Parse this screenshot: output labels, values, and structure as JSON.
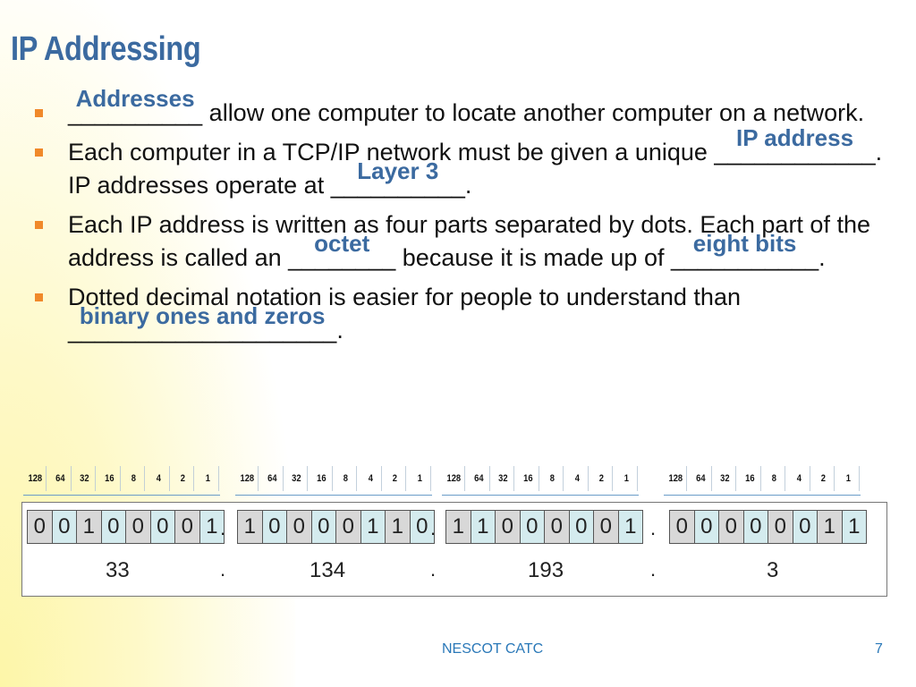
{
  "slide": {
    "title": "IP Addressing",
    "footer": "NESCOT CATC",
    "page_number": "7"
  },
  "bullets": {
    "b1": {
      "blank1_line": "__________",
      "blank1_answer": "Addresses",
      "text1": " allow one computer to locate another computer on a network."
    },
    "b2": {
      "text1": "Each computer in a TCP/IP network must be given a unique ",
      "blank1_line": "____________",
      "blank1_answer": "IP address",
      "text2": ". IP addresses operate at ",
      "blank2_line": "__________",
      "blank2_answer": "Layer 3",
      "text3": "."
    },
    "b3": {
      "text1": "Each IP address is written as four parts separated by dots. Each part of the address is called an ",
      "blank1_line": "________",
      "blank1_answer": "octet",
      "text2": " because it is made up of ",
      "blank2_line": "___________",
      "blank2_answer": "eight bits",
      "text3": "."
    },
    "b4": {
      "text1": "Dotted decimal notation is easier for people to understand than ",
      "blank1_line": "____________________",
      "blank1_answer": "binary ones and zeros",
      "text2": "."
    }
  },
  "diagram": {
    "bit_weights": [
      "128",
      "64",
      "32",
      "16",
      "8",
      "4",
      "2",
      "1"
    ],
    "octets": [
      {
        "bits": [
          "0",
          "0",
          "1",
          "0",
          "0",
          "0",
          "0",
          "1"
        ],
        "decimal": "33"
      },
      {
        "bits": [
          "1",
          "0",
          "0",
          "0",
          "0",
          "1",
          "1",
          "0"
        ],
        "decimal": "134"
      },
      {
        "bits": [
          "1",
          "1",
          "0",
          "0",
          "0",
          "0",
          "0",
          "1"
        ],
        "decimal": "193"
      },
      {
        "bits": [
          "0",
          "0",
          "0",
          "0",
          "0",
          "0",
          "1",
          "1"
        ],
        "decimal": "3"
      }
    ],
    "separator": "."
  },
  "colors": {
    "title": "#3b6aa0",
    "answer": "#3b6aa0",
    "bullet_marker": "#f0892a",
    "footer": "#2a78b8",
    "bit_gray": "#d8d8d8",
    "bit_teal": "#d4ebee"
  }
}
